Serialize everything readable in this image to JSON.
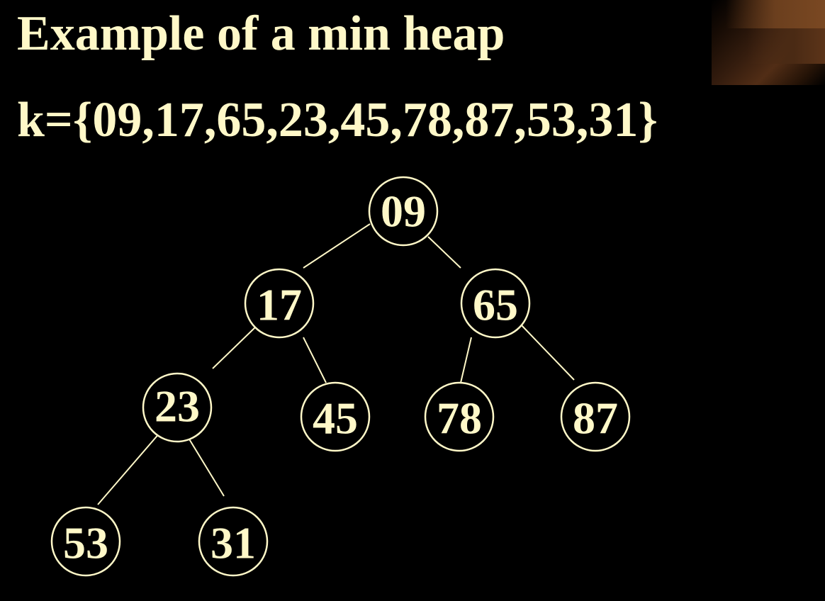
{
  "slide": {
    "title": "Example of a min heap",
    "subtitle": "k={09,17,65,23,45,78,87,53,31}"
  },
  "colors": {
    "background": "#000000",
    "text": "#fff8c8",
    "accent": "#6b3f1e"
  },
  "heap": {
    "nodes": [
      {
        "id": "n0",
        "label": "09"
      },
      {
        "id": "n1",
        "label": "17"
      },
      {
        "id": "n2",
        "label": "65"
      },
      {
        "id": "n3",
        "label": "23"
      },
      {
        "id": "n4",
        "label": "45"
      },
      {
        "id": "n5",
        "label": "78"
      },
      {
        "id": "n6",
        "label": "87"
      },
      {
        "id": "n7",
        "label": "53"
      },
      {
        "id": "n8",
        "label": "31"
      }
    ],
    "edges": [
      {
        "from": "n0",
        "to": "n1"
      },
      {
        "from": "n0",
        "to": "n2"
      },
      {
        "from": "n1",
        "to": "n3"
      },
      {
        "from": "n1",
        "to": "n4"
      },
      {
        "from": "n2",
        "to": "n5"
      },
      {
        "from": "n2",
        "to": "n6"
      },
      {
        "from": "n3",
        "to": "n7"
      },
      {
        "from": "n3",
        "to": "n8"
      }
    ]
  }
}
